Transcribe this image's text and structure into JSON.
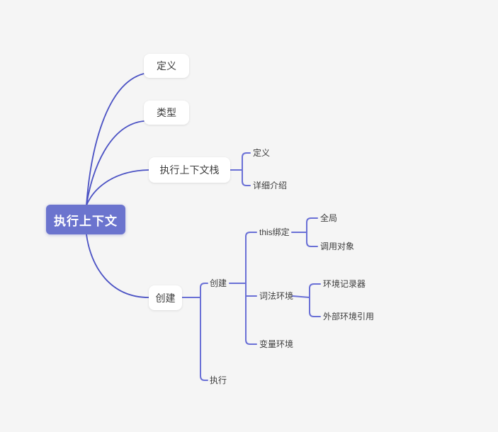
{
  "canvas": {
    "background": "#f5f5f5"
  },
  "mindmap": {
    "root": {
      "label": "执行上下文"
    },
    "children": [
      {
        "label": "定义"
      },
      {
        "label": "类型"
      },
      {
        "label": "执行上下文栈",
        "children": [
          {
            "label": "定义"
          },
          {
            "label": "详细介绍"
          }
        ]
      },
      {
        "label": "创建",
        "children": [
          {
            "label": "创建",
            "children": [
              {
                "label": "this绑定",
                "children": [
                  {
                    "label": "全局"
                  },
                  {
                    "label": "调用对象"
                  }
                ]
              },
              {
                "label": "词法环境",
                "children": [
                  {
                    "label": "环境记录器"
                  },
                  {
                    "label": "外部环境引用"
                  }
                ]
              },
              {
                "label": "变量环境"
              }
            ]
          },
          {
            "label": "执行"
          }
        ]
      }
    ],
    "colors": {
      "root_bg": "#6b74ce",
      "root_text": "#ffffff",
      "branch_line": "#4b52c4",
      "bracket_line": "#6a70d6",
      "node_bg": "#ffffff",
      "label_text": "#3c3c3c",
      "background": "#f5f5f5"
    }
  }
}
